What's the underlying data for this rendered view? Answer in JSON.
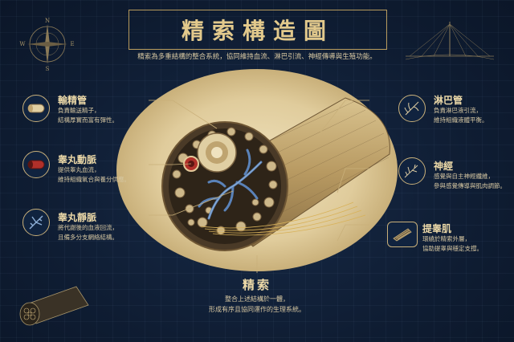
{
  "header": {
    "title": "精索構造圖",
    "subtitle": "精索為多重結構的整合系統，協同維持血流、淋巴引流、神經傳導與生殖功能。"
  },
  "left_labels": [
    {
      "title": "輸精管",
      "desc1": "負責輸送精子，",
      "desc2": "結構厚實而富有彈性。",
      "icon": "vas-deferens-icon"
    },
    {
      "title": "睾丸動脈",
      "desc1": "提供睾丸血流，",
      "desc2": "維持組織氧合與養分供應。",
      "icon": "testicular-artery-icon"
    },
    {
      "title": "睾丸靜脈",
      "desc1": "將代謝後的血液回流，",
      "desc2": "且備多分支網絡結構。",
      "icon": "testicular-vein-icon"
    }
  ],
  "right_labels": [
    {
      "title": "淋巴管",
      "desc1": "負責淋巴液引流，",
      "desc2": "維持組織液體平衡。",
      "icon": "lymph-vessel-icon"
    },
    {
      "title": "神經",
      "desc1": "感覺與自主神經纖維，",
      "desc2": "參與感覺傳導與肌肉調節。",
      "icon": "nerve-icon"
    },
    {
      "title": "提睾肌",
      "desc1": "環繞於精索外層，",
      "desc2": "協助提睾與穩定支撐。",
      "icon": "cremaster-muscle-icon"
    }
  ],
  "footer": {
    "title": "精索",
    "desc1": "整合上述結構於一體，",
    "desc2": "形成有序且協同運作的生理系統。"
  },
  "compass": {
    "n": "N",
    "s": "S",
    "e": "E",
    "w": "W"
  },
  "colors": {
    "background": "#0f1d33",
    "gold": "#c9b07a",
    "parchment": "#e8d8b0",
    "artery": "#b0302a",
    "vein": "#5a82b8"
  }
}
